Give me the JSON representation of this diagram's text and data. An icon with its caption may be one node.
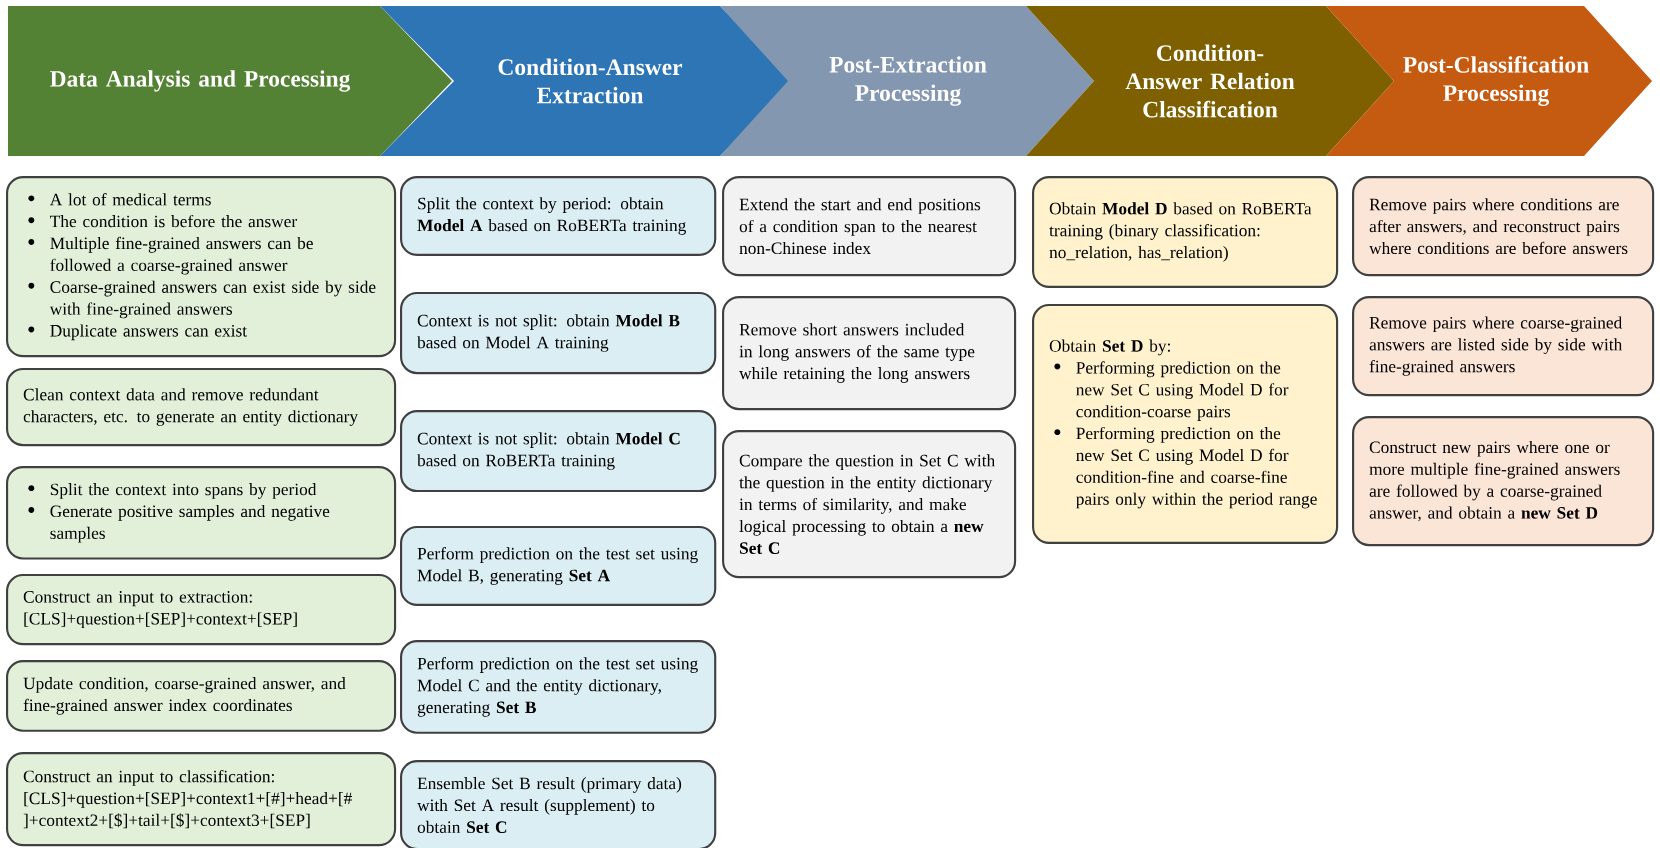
{
  "diagram": {
    "nodes": [
      {
        "text": [
          "Data Analysis and Processing"
        ]
      },
      {
        "text": [
          "Condition-Answer Extraction"
        ]
      },
      {
        "text": [
          "Post-Extraction Processing"
        ]
      },
      {
        "text": [
          "Condition-Answer Relation Classification"
        ]
      },
      {
        "text": [
          "Post-Classification Processing"
        ]
      },
      {
        "text": [
          "A lot of medical terms",
          "The condition is before the answer",
          "Multiple fine-grained answers can be followed a coarse-grained answer",
          "Coarse-grained answers can exist side by side with fine-grained answers",
          "Duplicate answers can exist"
        ]
      },
      {
        "text": [
          "Clean context data and remove redundant characters, etc. to generate an entity dictionary"
        ]
      },
      {
        "text": [
          "Split the context into spans by period",
          "Generate positive samples and negative samples"
        ]
      },
      {
        "text": [
          "Construct an input to extraction: [CLS]+question+[SEP]+context+[SEP]"
        ]
      },
      {
        "text": [
          "Update condition, coarse-grained answer, and fine-grained answer index coordinates"
        ]
      },
      {
        "text": [
          "Construct an input to classification: [CLS]+question+[SEP]+context1+[#]+head+[# ]+context2+[$]+tail+[$]+context3+[SEP]"
        ]
      },
      {
        "text": [
          "Split the context by period: obtain **Model A** based on RoBERTa training"
        ]
      },
      {
        "text": [
          "Context is not split: obtain **Model B** based on Model A training"
        ]
      },
      {
        "text": [
          "Context is not split: obtain **Model C** based on RoBERTa training"
        ]
      },
      {
        "text": [
          "Perform prediction on the test set using Model B, generating **Set A**"
        ]
      },
      {
        "text": [
          "Perform prediction on the test set using Model C and the entity dictionary, generating **Set B**"
        ]
      },
      {
        "text": [
          "Ensemble Set B result (primary data) with Set A result (supplement) to obtain **Set C**"
        ]
      },
      {
        "text": [
          "Extend the start and end positions of a condition span to the nearest non-Chinese index"
        ]
      },
      {
        "text": [
          "Remove short answers included in long answers of the same type while retaining the long answers"
        ]
      },
      {
        "text": [
          "Compare the question in Set C with the question in the entity dictionary in terms of similarity, and make logical processing to obtain a **new Set C**"
        ]
      },
      {
        "text": [
          "Obtain **Model D** based on RoBERTa training (binary classification: no_relation, has_relation)"
        ]
      },
      {
        "text": [
          "Obtain **Set D** by:",
          "Performing prediction on the new Set C using Model D for condition-coarse pairs",
          "Performing prediction on the new Set C using Model D for condition-fine and coarse-fine pairs only within the period range"
        ]
      },
      {
        "text": [
          "Remove pairs where conditions are after answers, and reconstruct pairs where conditions are before answers"
        ]
      },
      {
        "text": [
          "Remove pairs where coarse-grained answers are listed side by side with fine-grained answers"
        ]
      },
      {
        "text": [
          "Construct new pairs where one or more multiple fine-grained answers are followed by a coarse-grained answer, and obtain a **new Set D**"
        ]
      }
    ]
  }
}
